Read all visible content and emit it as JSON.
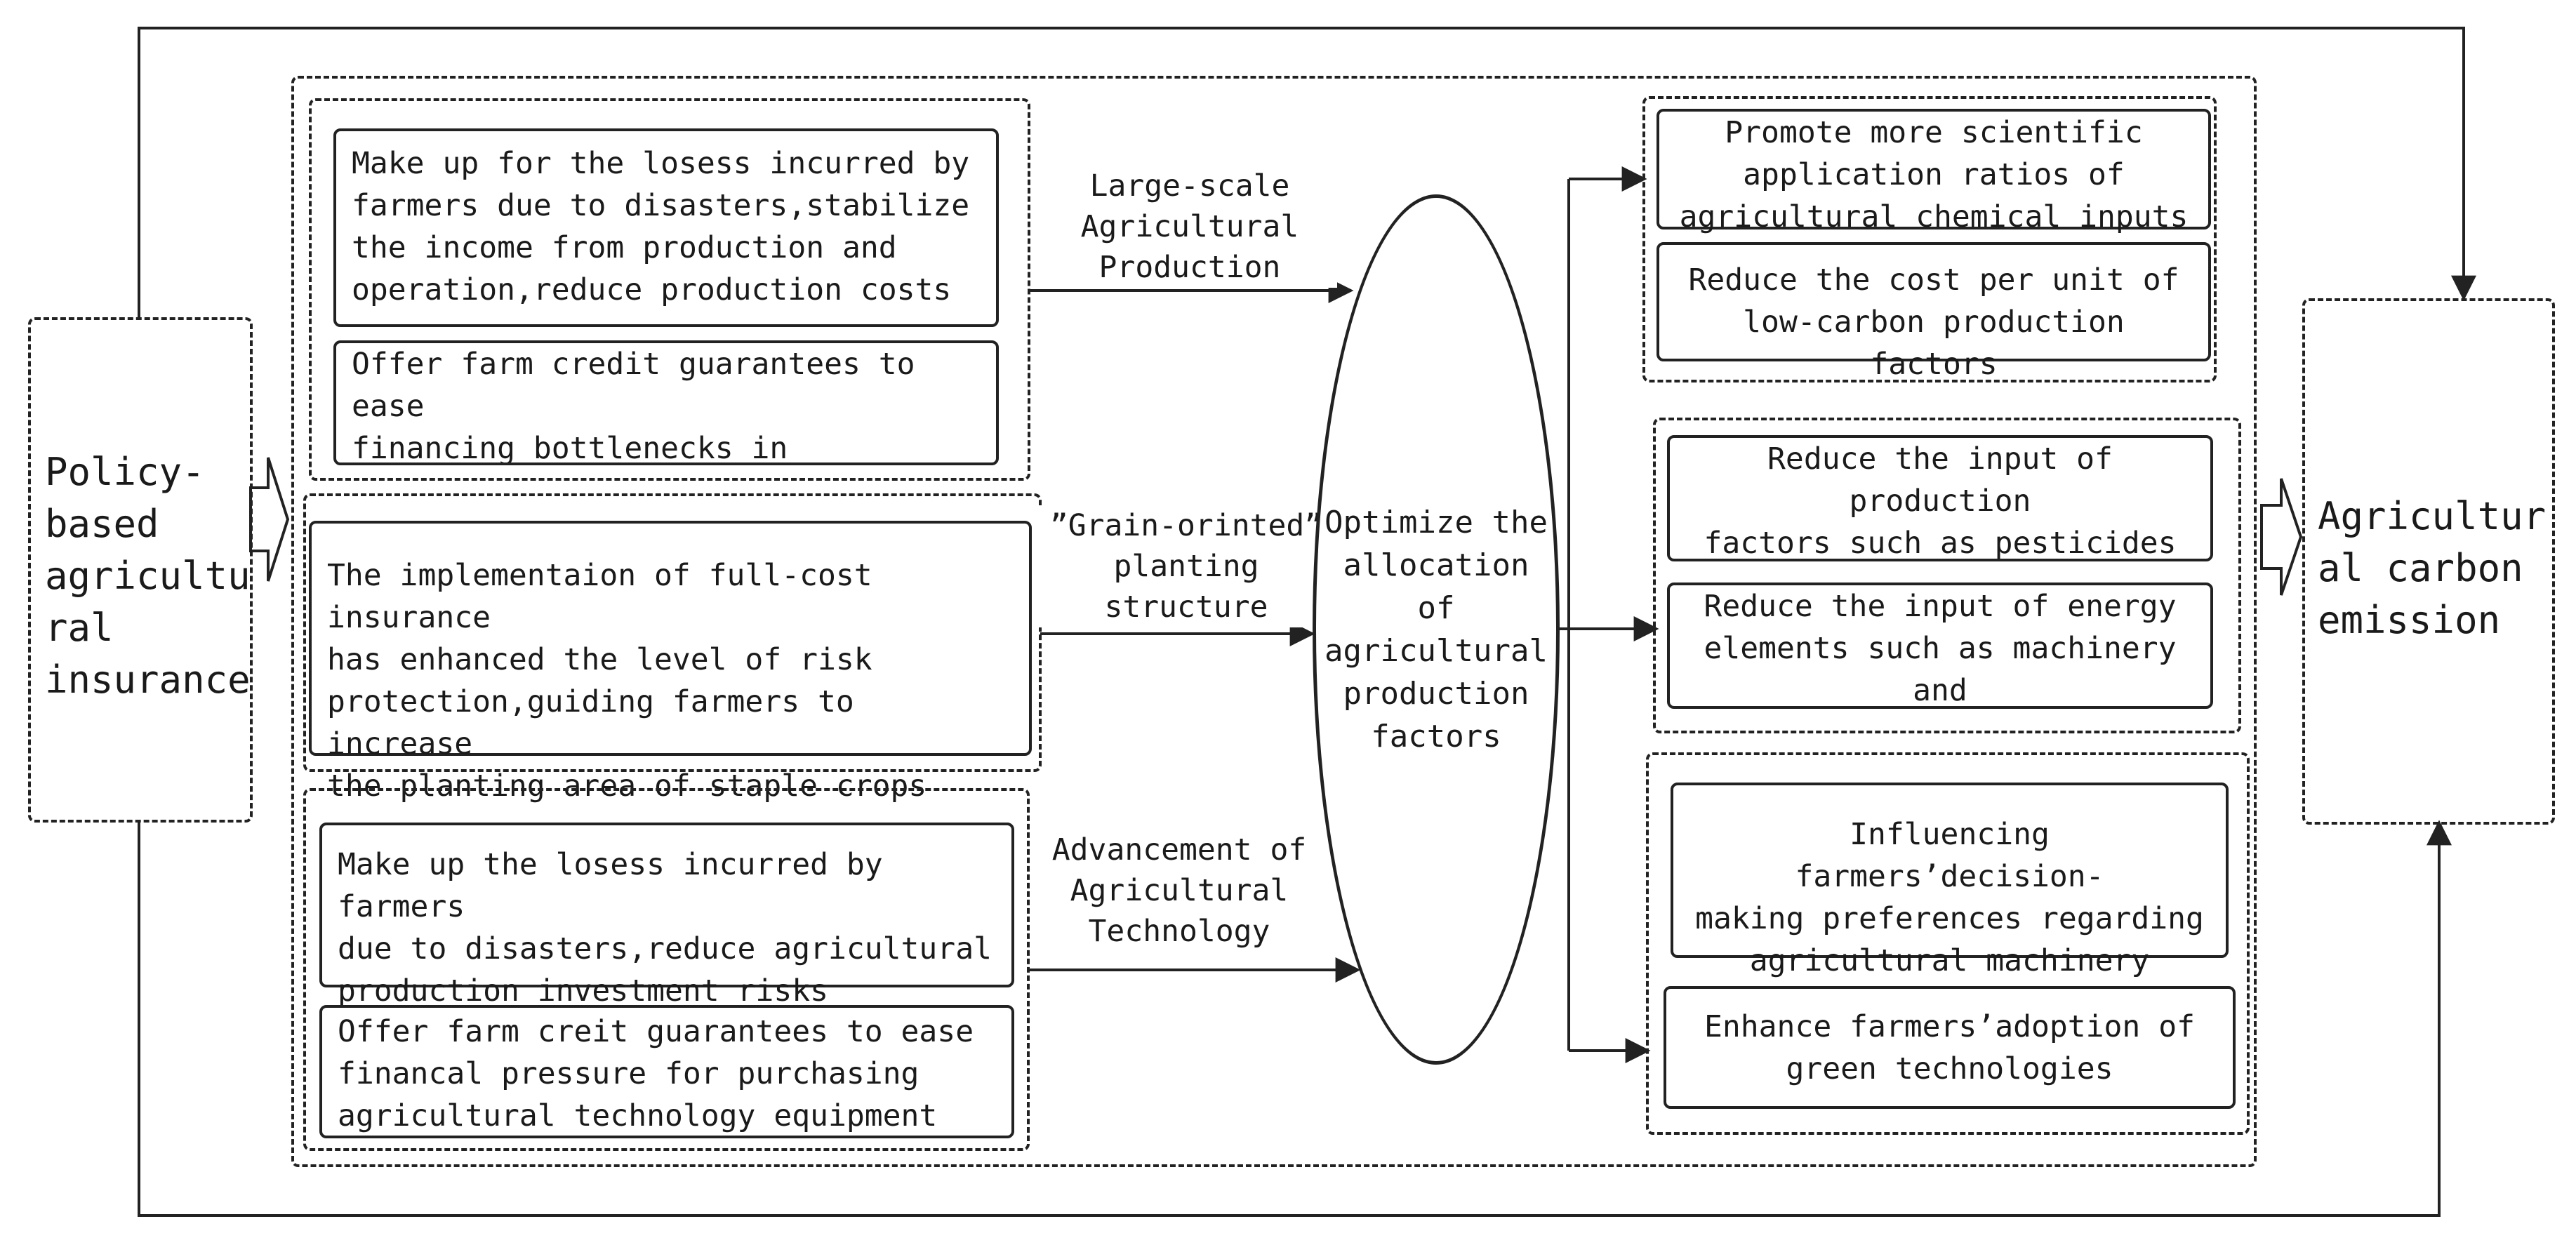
{
  "input": {
    "text": "Policy-\nbased\nagricultu\nral\ninsurance"
  },
  "output": {
    "text": "Agricultur\nal carbon\nemission"
  },
  "left_groups": [
    {
      "items": [
        "Make up for the losess incurred by\nfarmers due to disasters,stabilize\nthe income from production and\noperation,reduce production costs",
        "Offer farm credit guarantees to ease\nfinancing bottlenecks in agriculural\nscale-up"
      ]
    },
    {
      "items": [
        "The implementaion of full-cost insurance\nhas enhanced the level of risk\nprotection,guiding farmers to increase\nthe planting area of staple crops"
      ]
    },
    {
      "items": [
        "Make up the losess incurred by farmers\ndue to disasters,reduce agricultural\nproduction investment risks",
        "Offer farm creit guarantees to ease\nfinancal pressure for purchasing\nagricultural technology equipment"
      ]
    }
  ],
  "paths": [
    "Large-scale\nAgricultural\nProduction",
    "”Grain-orinted”\nplanting\nstructure",
    "Advancement of\nAgricultural\nTechnology"
  ],
  "center": {
    "text": "Optimize the\nallocation\nof\nagricultural\nproduction\nfactors"
  },
  "right_groups": [
    {
      "items": [
        "Promote more scientific\napplication ratios of\nagricultural chemical inputs",
        "Reduce the cost per unit of\nlow-carbon production factors"
      ]
    },
    {
      "items": [
        "Reduce the input of production\nfactors such as pesticides and\nfertilizes",
        "Reduce the input of energy\nelements such as machinery and\ndiesel"
      ]
    },
    {
      "items": [
        "Influencing farmers’decision-\nmaking preferences regarding\nagricultural machinery",
        "Enhance farmers’adoption of\ngreen technologies"
      ]
    }
  ]
}
